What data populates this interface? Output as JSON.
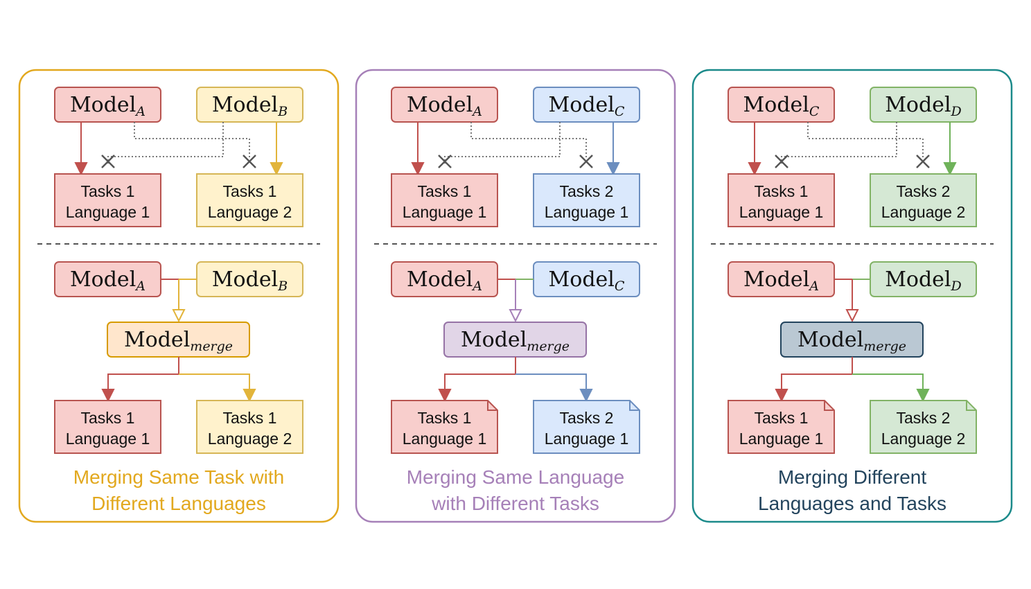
{
  "panels": [
    {
      "caption": [
        "Merging Same Task with",
        "Different Languages"
      ],
      "frame_color": "#E2A81E",
      "caption_color": "#E2A81E",
      "model_left": {
        "main": "Model",
        "sub": "A",
        "fill": "#F8CECC",
        "stroke": "#B85450"
      },
      "model_right": {
        "main": "Model",
        "sub": "B",
        "fill": "#FFF2CC",
        "stroke": "#D6B656"
      },
      "task_left": {
        "line1": "Tasks 1",
        "line2": "Language 1"
      },
      "task_right": {
        "line1": "Tasks 1",
        "line2": "Language 2"
      },
      "bottom_left": {
        "main": "Model",
        "sub": "A"
      },
      "bottom_right": {
        "main": "Model",
        "sub": "B"
      },
      "merge": {
        "main": "Model",
        "sub": "merge",
        "fill": "#FFE6CC",
        "stroke": "#D79B00"
      },
      "out_left": {
        "line1": "Tasks 1",
        "line2": "Language 1"
      },
      "out_right": {
        "line1": "Tasks 1",
        "line2": "Language 2"
      },
      "left_arrow_color": "#C0504D",
      "right_arrow_color": "#E2B43A",
      "merge_arrow_color": "#E2B43A",
      "connector_right_color": "#E2B43A",
      "out_folded": false
    },
    {
      "caption": [
        "Merging Same Language",
        "with Different Tasks"
      ],
      "frame_color": "#A680B8",
      "caption_color": "#A680B8",
      "model_left": {
        "main": "Model",
        "sub": "A",
        "fill": "#F8CECC",
        "stroke": "#B85450"
      },
      "model_right": {
        "main": "Model",
        "sub": "C",
        "fill": "#DAE8FC",
        "stroke": "#6C8EBF"
      },
      "task_left": {
        "line1": "Tasks 1",
        "line2": "Language 1"
      },
      "task_right": {
        "line1": "Tasks 2",
        "line2": "Language 1"
      },
      "bottom_left": {
        "main": "Model",
        "sub": "A"
      },
      "bottom_right": {
        "main": "Model",
        "sub": "C"
      },
      "merge": {
        "main": "Model",
        "sub": "merge",
        "fill": "#E1D5E7",
        "stroke": "#9673A6"
      },
      "out_left": {
        "line1": "Tasks 1",
        "line2": "Language 1"
      },
      "out_right": {
        "line1": "Tasks 2",
        "line2": "Language 1"
      },
      "left_arrow_color": "#C0504D",
      "right_arrow_color": "#6C8EBF",
      "merge_arrow_color": "#A680B8",
      "connector_right_color": "#82B366",
      "out_folded": true
    },
    {
      "caption": [
        "Merging Different",
        "Languages and Tasks"
      ],
      "frame_color": "#1B8A8A",
      "caption_color": "#23445D",
      "model_left": {
        "main": "Model",
        "sub": "C",
        "fill": "#F8CECC",
        "stroke": "#B85450"
      },
      "model_right": {
        "main": "Model",
        "sub": "D",
        "fill": "#D5E8D4",
        "stroke": "#82B366"
      },
      "task_left": {
        "line1": "Tasks 1",
        "line2": "Language 1"
      },
      "task_right": {
        "line1": "Tasks 2",
        "line2": "Language 2"
      },
      "bottom_left": {
        "main": "Model",
        "sub": "A"
      },
      "bottom_right": {
        "main": "Model",
        "sub": "D"
      },
      "merge": {
        "main": "Model",
        "sub": "merge",
        "fill": "#BAC8D3",
        "stroke": "#23445D"
      },
      "out_left": {
        "line1": "Tasks 1",
        "line2": "Language 1"
      },
      "out_right": {
        "line1": "Tasks 2",
        "line2": "Language 2"
      },
      "left_arrow_color": "#C0504D",
      "right_arrow_color": "#6FB25A",
      "merge_arrow_color": "#C0504D",
      "connector_right_color": "#82B366",
      "out_folded": true
    }
  ],
  "colors": {
    "red_fill": "#F8CECC",
    "red_stroke": "#B85450",
    "dotted_line": "#777777"
  }
}
